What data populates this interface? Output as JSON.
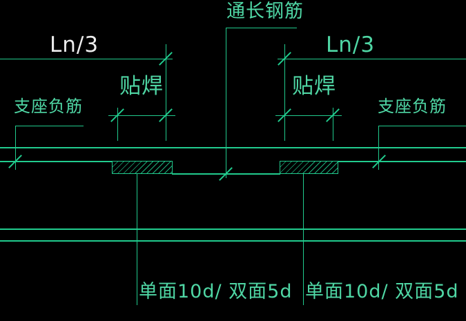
{
  "drawing": {
    "type": "rebar-lap-weld-detail",
    "colors": {
      "background": "#000000",
      "line": "#21cc8e",
      "text_green": "#4fd6a4",
      "text_white": "#ececec",
      "hatch": "#1db07c"
    },
    "labels": {
      "through_bar": "通长钢筋",
      "span_left": "Ln/3",
      "span_right": "Ln/3",
      "lap_weld_left": "贴焊",
      "lap_weld_right": "贴焊",
      "support_bar_left": "支座负筋",
      "support_bar_right": "支座负筋",
      "weld_spec_left": "单面10d/ 双面5d",
      "weld_spec_right": "单面10d/ 双面5d"
    }
  }
}
